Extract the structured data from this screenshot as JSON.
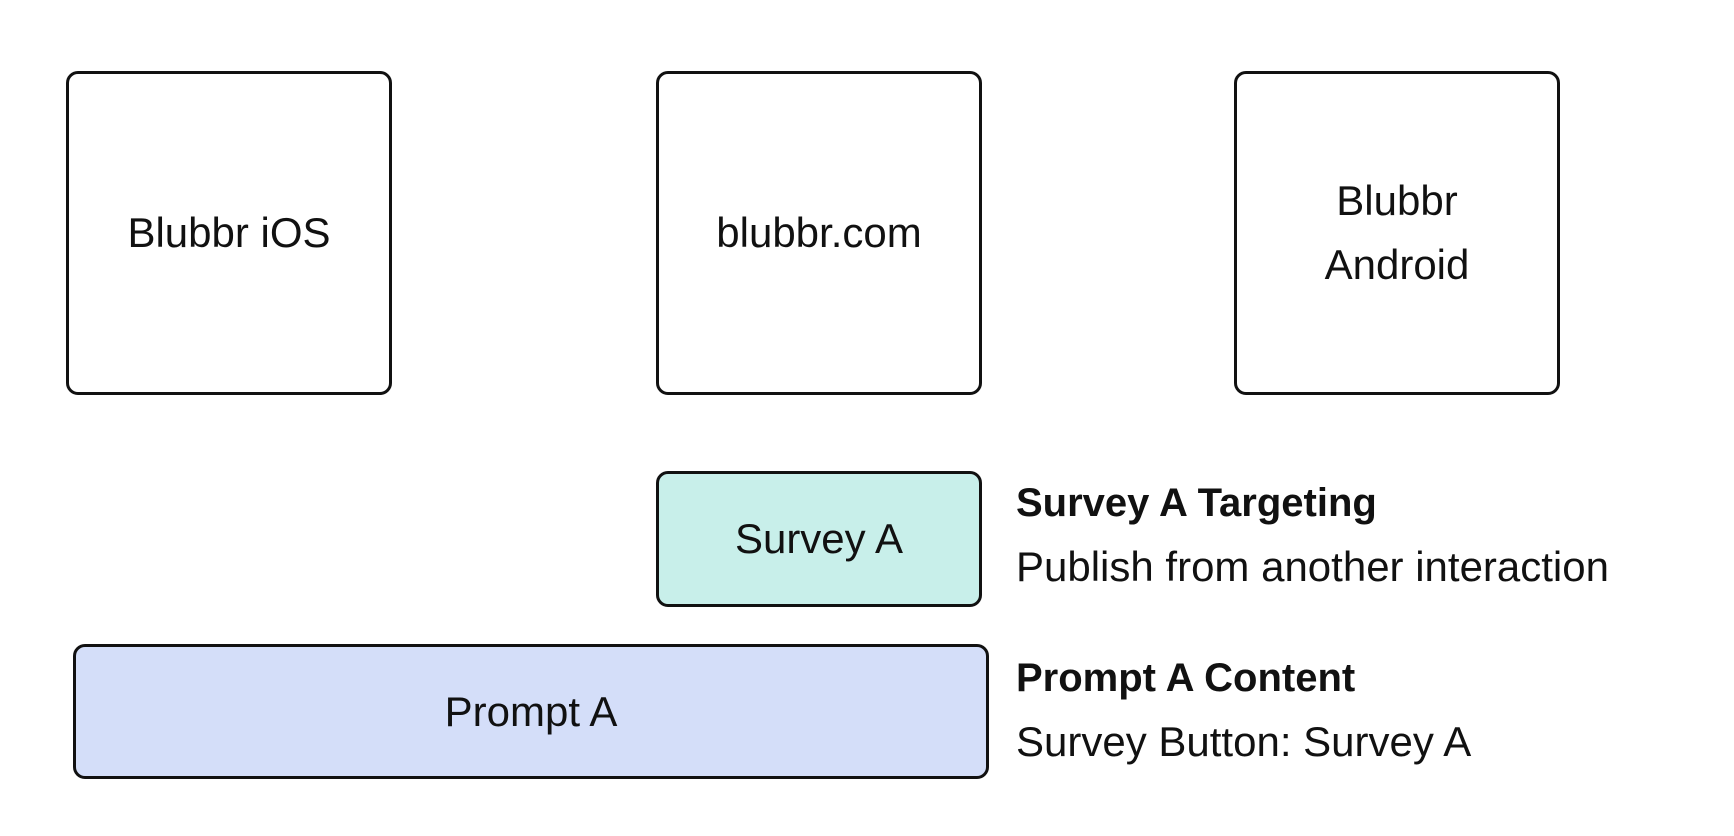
{
  "platforms": [
    {
      "label": "Blubbr iOS"
    },
    {
      "label": "blubbr.com"
    },
    {
      "label": "Blubbr Android"
    }
  ],
  "survey": {
    "label": "Survey A",
    "color": "#c8efea"
  },
  "prompt": {
    "label": "Prompt A",
    "color": "#d4def9"
  },
  "notes": {
    "survey_title": "Survey A Targeting",
    "survey_body": "Publish from another interaction",
    "prompt_title": "Prompt A Content",
    "prompt_body": "Survey Button: Survey A"
  },
  "colors": {
    "border": "#111111",
    "background": "#ffffff"
  }
}
